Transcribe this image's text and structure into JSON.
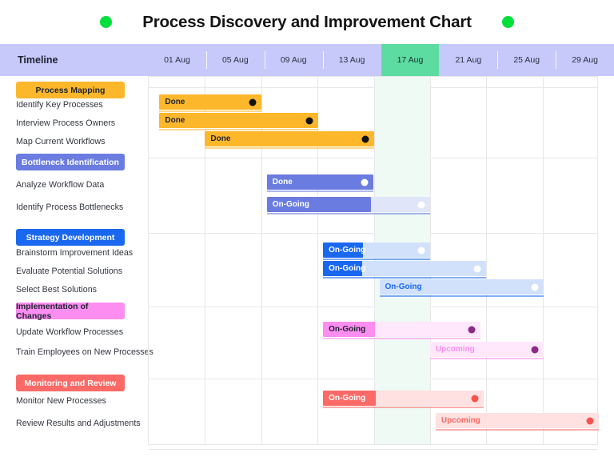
{
  "header": {
    "title": "Process Discovery and Improvement Chart",
    "left_dot": "green-dot-icon",
    "right_dot": "green-dot-icon",
    "dot_color": "#00e03c"
  },
  "timeline": {
    "label": "Timeline",
    "highlight_color": "#5ddca2",
    "bar_color": "#c6c9fa",
    "columns": [
      {
        "label": "01 Aug",
        "highlighted": false
      },
      {
        "label": "05 Aug",
        "highlighted": false
      },
      {
        "label": "09 Aug",
        "highlighted": false
      },
      {
        "label": "13 Aug",
        "highlighted": false
      },
      {
        "label": "17 Aug",
        "highlighted": true
      },
      {
        "label": "21 Aug",
        "highlighted": false
      },
      {
        "label": "25 Aug",
        "highlighted": false
      },
      {
        "label": "29 Aug",
        "highlighted": false
      }
    ]
  },
  "groups": [
    {
      "name": "Process Mapping",
      "color": "#fcb72b",
      "text_color": "#1f2330",
      "tasks": [
        {
          "name": "Identify Key Processes",
          "status": "Done",
          "start": 0.19,
          "end": 2.0,
          "progress": 1.0
        },
        {
          "name": "Interview Process Owners",
          "status": "Done",
          "start": 0.19,
          "end": 3.01,
          "progress": 1.0
        },
        {
          "name": "Map Current Workflows",
          "status": "Done",
          "start": 1.0,
          "end": 4.0,
          "progress": 1.0
        }
      ]
    },
    {
      "name": "Bottleneck Identification",
      "color": "#6b7ce0",
      "text_color": "#ffffff",
      "tasks": [
        {
          "name": "Analyze Workflow Data",
          "status": "Done",
          "start": 2.1,
          "end": 4.0,
          "progress": 1.0
        },
        {
          "name": "Identify Process Bottlenecks",
          "status": "On-Going",
          "start": 2.1,
          "end": 5.0,
          "progress": 0.64
        }
      ]
    },
    {
      "name": "Strategy Development",
      "color": "#1a68f0",
      "text_color": "#ffffff",
      "tasks": [
        {
          "name": "Brainstorm Improvement Ideas",
          "status": "On-Going",
          "start": 3.1,
          "end": 5.0,
          "progress": 0.37
        },
        {
          "name": "Evaluate Potential Solutions",
          "status": "On-Going",
          "start": 3.1,
          "end": 6.0,
          "progress": 0.24
        },
        {
          "name": "Select Best Solutions",
          "status": "On-Going",
          "start": 4.1,
          "end": 7.02,
          "progress": 0.0
        }
      ]
    },
    {
      "name": "Implementation of Changes",
      "color": "#fd8df0",
      "text_color": "#1f2330",
      "tasks": [
        {
          "name": "Update Workflow Processes",
          "status": "On-Going",
          "start": 3.1,
          "end": 5.9,
          "progress": 0.33
        },
        {
          "name": "Train Employees on New Processes",
          "status": "Upcoming",
          "start": 5.0,
          "end": 7.02,
          "progress": 0.0
        }
      ]
    },
    {
      "name": "Monitoring and Review",
      "color": "#fb6a66",
      "text_color": "#ffffff",
      "tasks": [
        {
          "name": "Monitor New Processes",
          "status": "On-Going",
          "start": 3.1,
          "end": 5.95,
          "progress": 0.33
        },
        {
          "name": "Review Results and Adjustments",
          "status": "Upcoming",
          "start": 5.1,
          "end": 8.0,
          "progress": 0.0
        }
      ]
    }
  ],
  "statuses": [
    "Done",
    "On-Going",
    "Upcoming"
  ],
  "chart_data": {
    "type": "bar",
    "title": "Process Discovery and Improvement Chart",
    "xlabel": "Timeline",
    "ylabel": "",
    "x_ticks": [
      "01 Aug",
      "05 Aug",
      "09 Aug",
      "13 Aug",
      "17 Aug",
      "21 Aug",
      "25 Aug",
      "29 Aug"
    ],
    "current_marker": "17 Aug",
    "grid": true,
    "legend": "none",
    "categories": [
      "Identify Key Processes",
      "Interview Process Owners",
      "Map Current Workflows",
      "Analyze Workflow Data",
      "Identify Process Bottlenecks",
      "Brainstorm Improvement Ideas",
      "Evaluate Potential Solutions",
      "Select Best Solutions",
      "Update Workflow Processes",
      "Train Employees on New Processes",
      "Monitor New Processes",
      "Review Results and Adjustments"
    ],
    "series": [
      {
        "name": "start_col",
        "values": [
          0.19,
          0.19,
          1.0,
          2.1,
          2.1,
          3.1,
          3.1,
          4.1,
          3.1,
          5.0,
          3.1,
          5.1
        ]
      },
      {
        "name": "end_col",
        "values": [
          2.0,
          3.01,
          4.0,
          4.0,
          5.0,
          5.0,
          6.0,
          7.02,
          5.9,
          7.02,
          5.95,
          8.0
        ]
      },
      {
        "name": "progress",
        "values": [
          1.0,
          1.0,
          1.0,
          1.0,
          0.64,
          0.37,
          0.24,
          0.0,
          0.33,
          0.0,
          0.33,
          0.0
        ]
      }
    ],
    "status_per_category": [
      "Done",
      "Done",
      "Done",
      "Done",
      "On-Going",
      "On-Going",
      "On-Going",
      "On-Going",
      "On-Going",
      "Upcoming",
      "On-Going",
      "Upcoming"
    ],
    "group_per_category": [
      "Process Mapping",
      "Process Mapping",
      "Process Mapping",
      "Bottleneck Identification",
      "Bottleneck Identification",
      "Strategy Development",
      "Strategy Development",
      "Strategy Development",
      "Implementation of Changes",
      "Implementation of Changes",
      "Monitoring and Review",
      "Monitoring and Review"
    ],
    "colors": {
      "Process Mapping": "#fcb72b",
      "Bottleneck Identification": "#6b7ce0",
      "Strategy Development": "#1a68f0",
      "Implementation of Changes": "#fd8df0",
      "Monitoring and Review": "#fb6a66",
      "highlight_column": "#effaf4",
      "timeline_band": "#c6c9fa",
      "today": "#5ddca2"
    }
  }
}
